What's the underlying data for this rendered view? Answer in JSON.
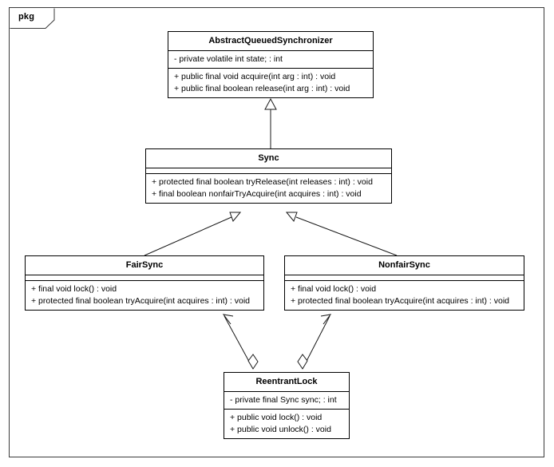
{
  "diagram": {
    "frame": {
      "label": "pkg"
    },
    "classes": [
      {
        "id": "aqs",
        "name": "AbstractQueuedSynchronizer",
        "attributes": [
          "- private volatile int state; : int"
        ],
        "operations": [
          "+ public final void acquire(int arg : int) : void",
          "+ public final boolean release(int arg : int) : void"
        ]
      },
      {
        "id": "sync",
        "name": "Sync",
        "attributes": [],
        "operations": [
          "+ protected final boolean tryRelease(int releases : int) : void",
          "+ final boolean nonfairTryAcquire(int acquires : int) : void"
        ]
      },
      {
        "id": "fairsync",
        "name": "FairSync",
        "attributes": [],
        "operations": [
          "+ final void lock() : void",
          "+ protected final boolean tryAcquire(int acquires : int) : void"
        ]
      },
      {
        "id": "nonfairsync",
        "name": "NonfairSync",
        "attributes": [],
        "operations": [
          "+ final void lock() : void",
          "+ protected final boolean tryAcquire(int acquires : int) : void"
        ]
      },
      {
        "id": "reentrantlock",
        "name": "ReentrantLock",
        "attributes": [
          "- private final Sync sync; : int"
        ],
        "operations": [
          "+ public void lock() : void",
          "+ public void unlock() : void"
        ]
      }
    ],
    "relationships": [
      {
        "type": "generalization",
        "from": "Sync",
        "to": "AbstractQueuedSynchronizer"
      },
      {
        "type": "generalization",
        "from": "FairSync",
        "to": "Sync"
      },
      {
        "type": "generalization",
        "from": "NonfairSync",
        "to": "Sync"
      },
      {
        "type": "aggregation",
        "from": "ReentrantLock",
        "to": "FairSync"
      },
      {
        "type": "aggregation",
        "from": "ReentrantLock",
        "to": "NonfairSync"
      }
    ],
    "colors": {
      "line": "#1a1a1a",
      "border": "#000000",
      "background": "#ffffff"
    }
  }
}
